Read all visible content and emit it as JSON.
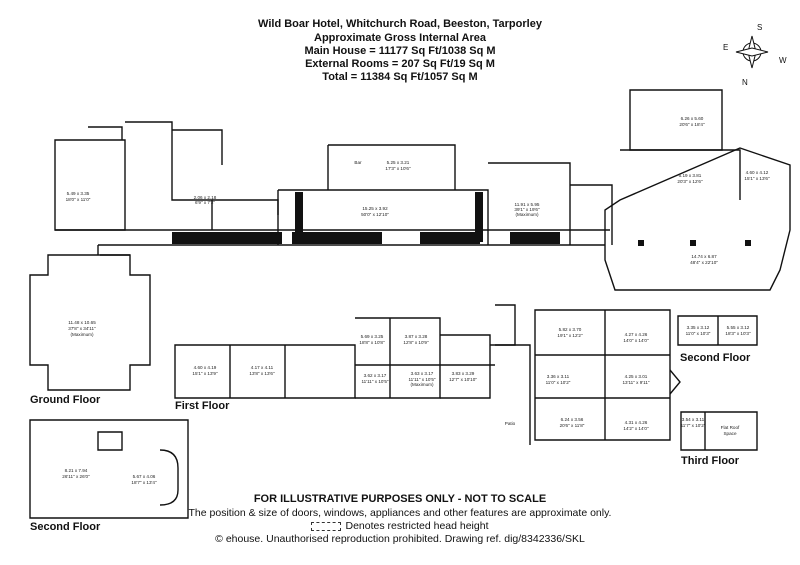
{
  "header": {
    "title": "Wild Boar Hotel, Whitchurch Road, Beeston, Tarporley",
    "subtitle": "Approximate Gross Internal Area",
    "main_house": "Main House = 11177 Sq Ft/1038 Sq M",
    "external_rooms": "External Rooms = 207 Sq Ft/19 Sq M",
    "total": "Total = 11384 Sq Ft/1057 Sq M"
  },
  "compass": {
    "s": "S",
    "e": "E",
    "w": "W",
    "n": "N"
  },
  "floors": {
    "ground": "Ground Floor",
    "first": "First Floor",
    "second_left": "Second Floor",
    "second_right": "Second Floor",
    "third": "Third Floor"
  },
  "rooms": {
    "r_549": "5.49 x 3.35",
    "r_549_ft": "18'0\" x 11'0\"",
    "r_206": "2.06 x 2.18",
    "r_206_ft": "6'9\" x 7'2\"",
    "bar": "Bar",
    "r_525": "5.25 x 3.21",
    "r_525_ft": "17'3\" x 10'6\"",
    "r_1525": "15.25 x 3.92",
    "r_1525_ft": "50'0\" x 12'10\"",
    "r_1191": "11.91 x 5.95",
    "r_1191_ft": "39'1\" x 19'6\"",
    "max": "(Maximum)",
    "r_626": "6.26 x 5.60",
    "r_626_ft": "20'6\" x 18'4\"",
    "r_619": "6.19 x 3.81",
    "r_619_ft": "20'3\" x 12'6\"",
    "r_460": "4.60 x 4.12",
    "r_460_ft": "15'1\" x 13'6\"",
    "r_1474": "14.74 x 6.87",
    "r_1474_ft": "48'4\" x 22'10\"",
    "r_1148": "11.48 x 10.65",
    "r_1148_ft": "37'8\" x 34'11\"",
    "r_569": "5.69 x 3.25",
    "r_569_ft": "18'8\" x 10'8\"",
    "r_387": "3.87 x 3.28",
    "r_387_ft": "12'8\" x 10'9\"",
    "r_460f": "4.60 x 4.19",
    "r_460f_ft": "15'1\" x 13'9\"",
    "r_417": "4.17 x 4.11",
    "r_417_ft": "13'8\" x 13'6\"",
    "r_362": "3.62 x 3.17",
    "r_362_ft": "11'11\" x 10'5\"",
    "r_363": "3.63 x 3.17",
    "r_363_ft": "11'11\" x 10'5\"",
    "r_383": "3.83 x 3.29",
    "r_383_ft": "12'7\" x 10'10\"",
    "r_582": "5.82 x 3.70",
    "r_582_ft": "19'1\" x 12'2\"",
    "r_427": "4.27 x 4.26",
    "r_427_ft": "14'0\" x 14'0\"",
    "r_336": "3.36 x 3.11",
    "r_336_ft": "11'0\" x 10'2\"",
    "r_425": "4.25 x 3.01",
    "r_425_ft": "13'11\" x 9'11\"",
    "r_624": "6.24 x 3.56",
    "r_624_ft": "20'6\" x 11'8\"",
    "r_431": "4.31 x 4.26",
    "r_431_ft": "14'2\" x 14'0\"",
    "patio": "Patio",
    "r_335": "3.35 x 3.12",
    "r_335_ft": "11'0\" x 10'3\"",
    "r_555": "5.55 x 3.12",
    "r_555_ft": "18'3\" x 10'3\"",
    "r_354": "3.54 x 3.11",
    "r_354_ft": "11'7\" x 10'2\"",
    "flat_roof": "Flat Roof",
    "space": "Space",
    "r_821": "8.21 x 7.94",
    "r_821_ft": "26'11\" x 26'0\"",
    "r_567": "5.67 x 4.06",
    "r_567_ft": "18'7\" x 13'4\""
  },
  "footer": {
    "disclaimer": "FOR ILLUSTRATIVE PURPOSES ONLY - NOT TO SCALE",
    "note": "The position & size of doors, windows, appliances and other features are approximate only.",
    "restricted": "Denotes restricted head height",
    "copyright": "© ehouse. Unauthorised reproduction prohibited. Drawing ref. dig/8342336/SKL"
  }
}
